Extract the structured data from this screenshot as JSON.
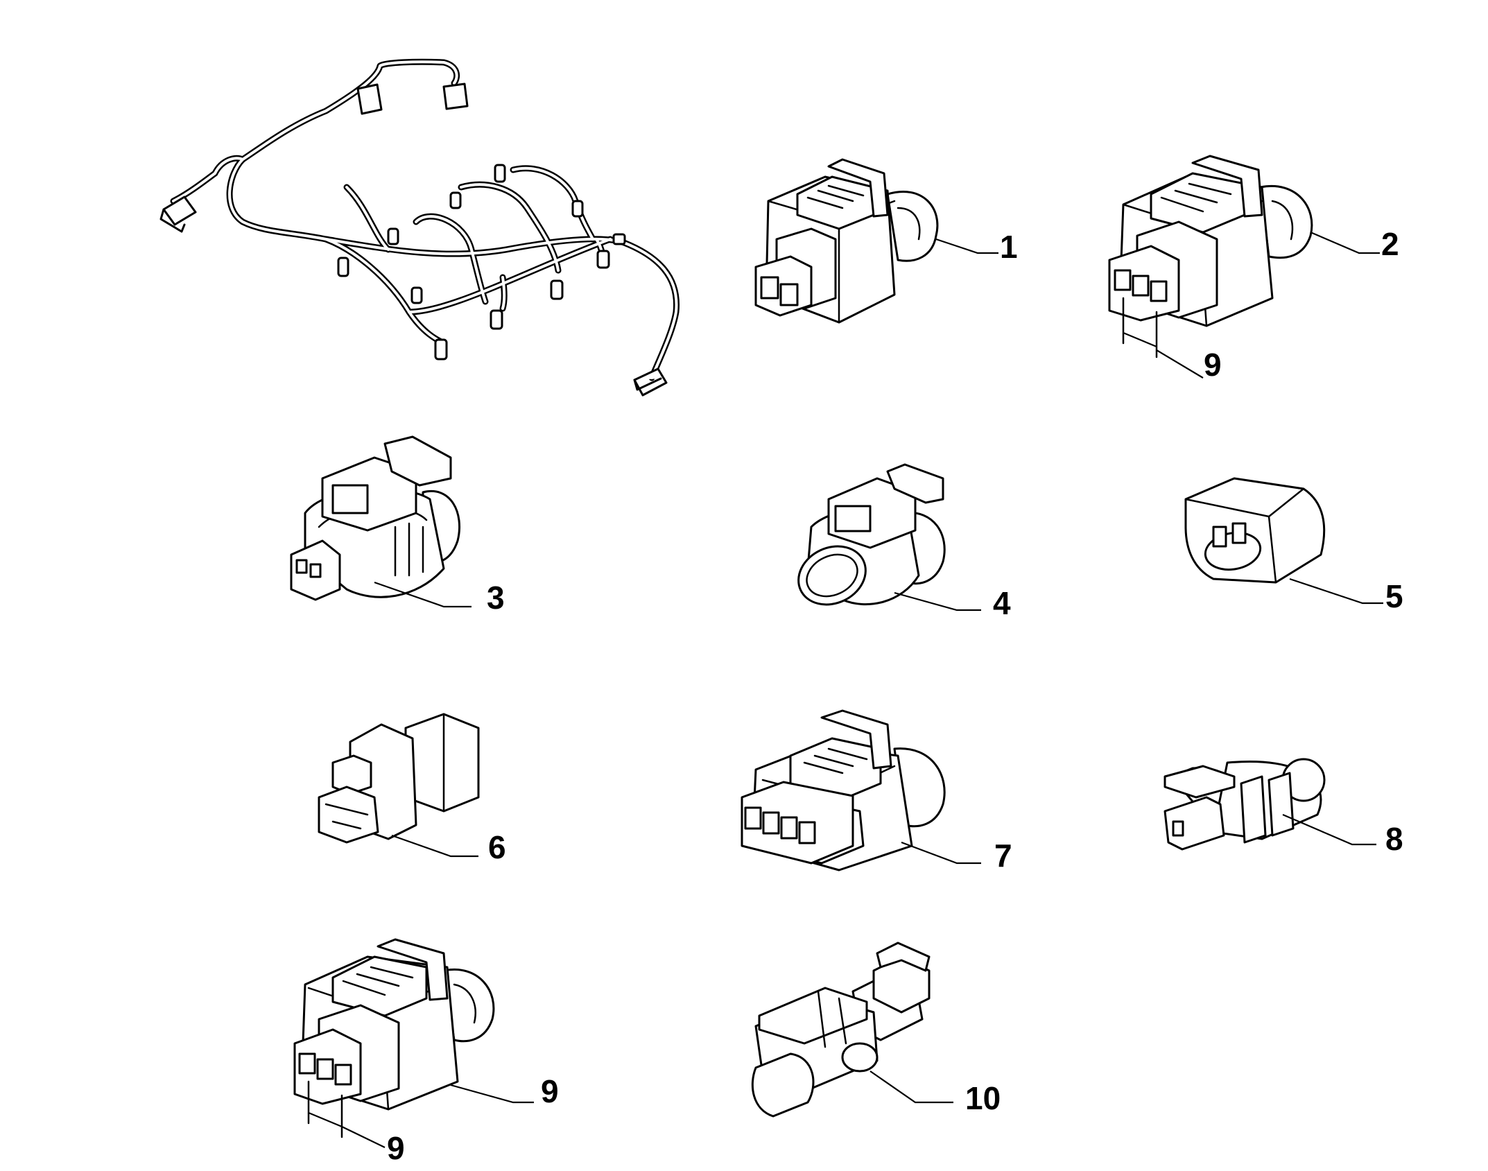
{
  "diagram": {
    "items": [
      {
        "label": "1"
      },
      {
        "label": "2"
      },
      {
        "label": "3"
      },
      {
        "label": "4"
      },
      {
        "label": "5"
      },
      {
        "label": "6"
      },
      {
        "label": "7"
      },
      {
        "label": "8"
      },
      {
        "label": "9"
      },
      {
        "label": "10"
      }
    ],
    "dimension_labels": [
      "9",
      "9"
    ]
  }
}
